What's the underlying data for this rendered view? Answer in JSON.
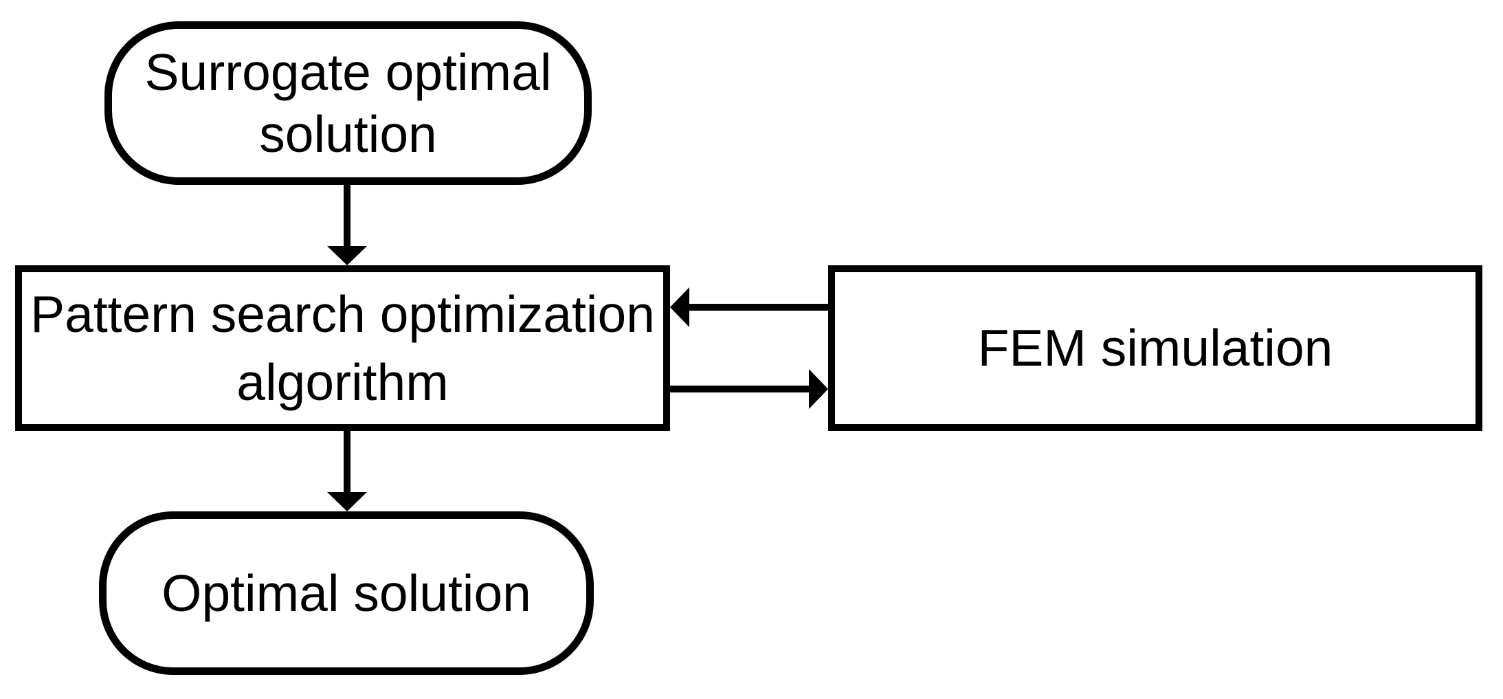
{
  "diagram": {
    "type": "flowchart",
    "colors": {
      "background": "#ffffff",
      "stroke": "#000000",
      "text": "#000000"
    },
    "nodes": [
      {
        "id": "surrogate-optimal-solution",
        "shape": "stadium",
        "label": "Surrogate optimal\nsolution"
      },
      {
        "id": "pattern-search-algorithm",
        "shape": "rectangle",
        "label": "Pattern search optimization\nalgorithm"
      },
      {
        "id": "fem-simulation",
        "shape": "rectangle",
        "label": "FEM simulation"
      },
      {
        "id": "optimal-solution",
        "shape": "stadium",
        "label": "Optimal solution"
      }
    ],
    "edges": [
      {
        "from": "surrogate-optimal-solution",
        "to": "pattern-search-algorithm",
        "direction": "down"
      },
      {
        "from": "fem-simulation",
        "to": "pattern-search-algorithm",
        "direction": "left"
      },
      {
        "from": "pattern-search-algorithm",
        "to": "fem-simulation",
        "direction": "right"
      },
      {
        "from": "pattern-search-algorithm",
        "to": "optimal-solution",
        "direction": "down"
      }
    ]
  }
}
